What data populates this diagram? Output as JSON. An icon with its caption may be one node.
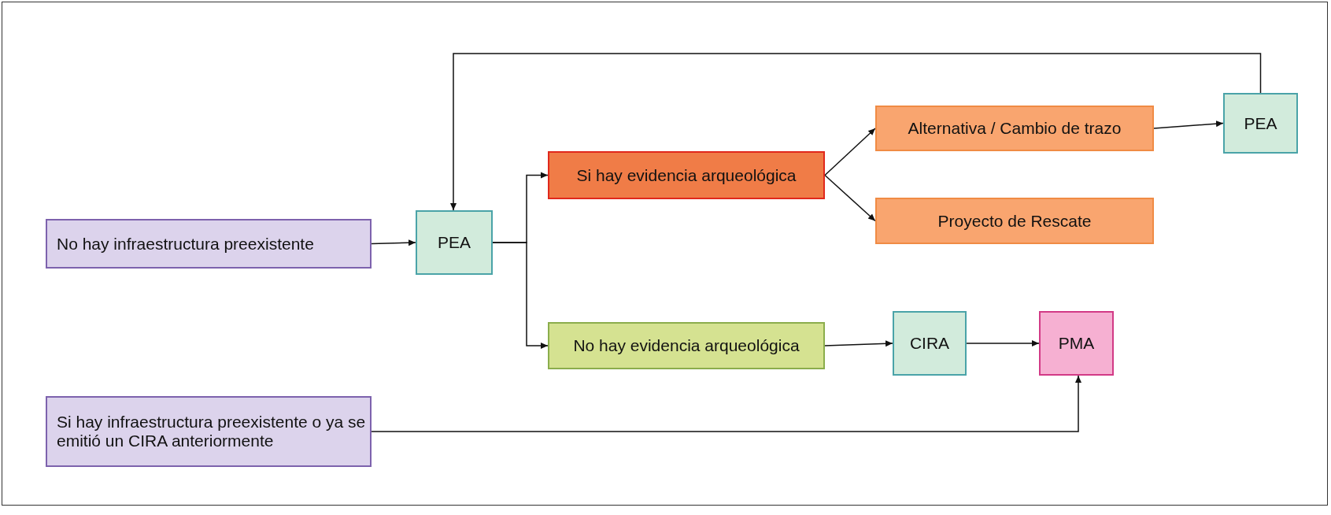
{
  "diagram": {
    "nodes": [
      {
        "text": [
          "No hay infraestructura preexistente"
        ]
      },
      {
        "text": [
          "PEA"
        ]
      },
      {
        "text": [
          "Si hay evidencia arqueológica"
        ]
      },
      {
        "text": [
          "Alternativa / Cambio de trazo"
        ]
      },
      {
        "text": [
          "PEA"
        ]
      },
      {
        "text": [
          "Proyecto de Rescate"
        ]
      },
      {
        "text": [
          "No hay evidencia arqueológica"
        ]
      },
      {
        "text": [
          "CIRA"
        ]
      },
      {
        "text": [
          "PMA"
        ]
      },
      {
        "text": [
          "Si hay infraestructura preexistente o ya se emitió un CIRA anteriormente"
        ]
      }
    ],
    "edges": [
      {
        "from": 0,
        "to": 1,
        "arrow": "to"
      },
      {
        "from": 1,
        "to": 2,
        "arrow": "to"
      },
      {
        "from": 1,
        "to": 6,
        "arrow": "to"
      },
      {
        "from": 2,
        "to": 3,
        "arrow": "to"
      },
      {
        "from": 2,
        "to": 5,
        "arrow": "to"
      },
      {
        "from": 3,
        "to": 4,
        "arrow": "to"
      },
      {
        "from": 4,
        "to": 1,
        "arrow": "to"
      },
      {
        "from": 6,
        "to": 7,
        "arrow": "to"
      },
      {
        "from": 7,
        "to": 8,
        "arrow": "to"
      },
      {
        "from": 9,
        "to": 8,
        "arrow": "to"
      }
    ]
  }
}
